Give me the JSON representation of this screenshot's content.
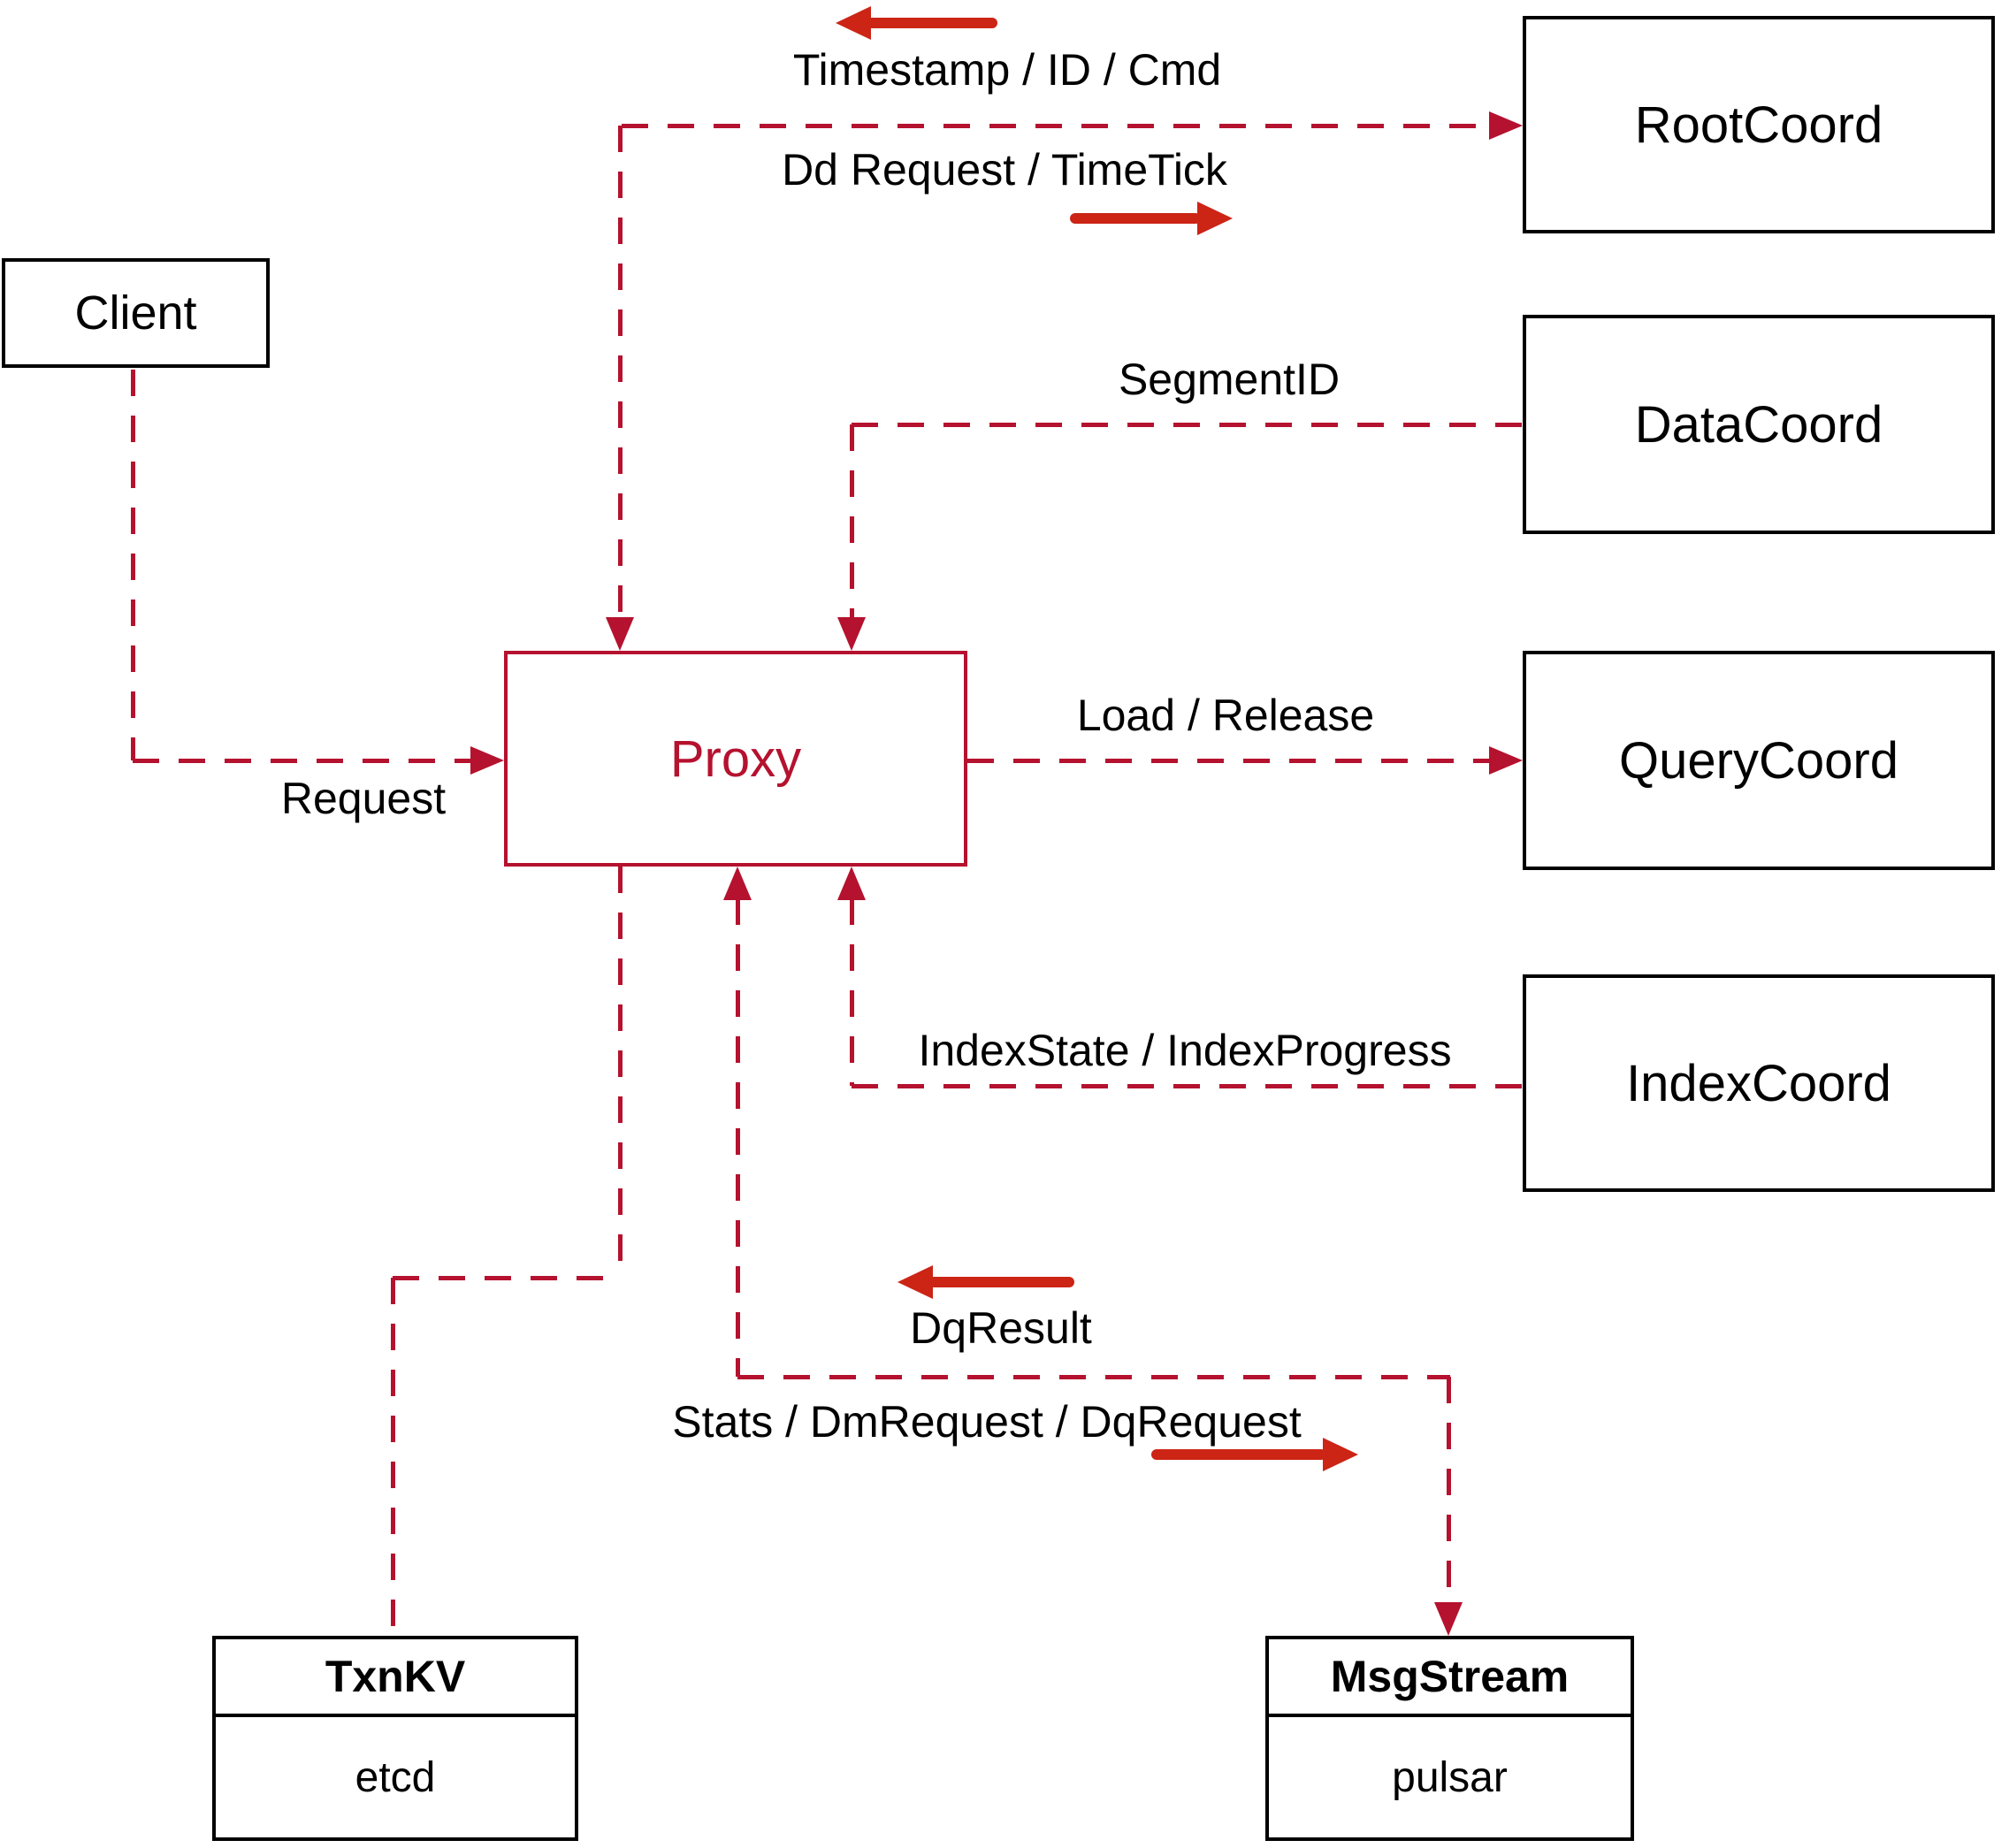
{
  "diagram": {
    "nodes": {
      "client": {
        "label": "Client"
      },
      "proxy": {
        "label": "Proxy"
      },
      "rootcoord": {
        "label": "RootCoord"
      },
      "datacoord": {
        "label": "DataCoord"
      },
      "querycoord": {
        "label": "QueryCoord"
      },
      "indexcoord": {
        "label": "IndexCoord"
      },
      "txnkv": {
        "title": "TxnKV",
        "subtitle": "etcd"
      },
      "msgstream": {
        "title": "MsgStream",
        "subtitle": "pulsar"
      }
    },
    "edge_labels": {
      "timestamp": "Timestamp / ID / Cmd",
      "dd_request": "Dd Request / TimeTick",
      "segment_id": "SegmentID",
      "load_release": "Load / Release",
      "index_state": "IndexState / IndexProgress",
      "dq_result": "DqResult",
      "stats": "Stats / DmRequest / DqRequest",
      "request": "Request"
    },
    "edges": [
      {
        "from": "Client",
        "to": "Proxy",
        "label": "Request",
        "style": "dashed",
        "arrow_into": "Proxy"
      },
      {
        "from": "Proxy",
        "to": "RootCoord",
        "label": "Dd Request / TimeTick",
        "style": "dashed",
        "arrow_into": "RootCoord"
      },
      {
        "from": "RootCoord",
        "to": "Proxy",
        "label": "Timestamp / ID / Cmd",
        "style": "dashed",
        "arrow_into": "Proxy"
      },
      {
        "from": "DataCoord",
        "to": "Proxy",
        "label": "SegmentID",
        "style": "dashed",
        "arrow_into": "Proxy"
      },
      {
        "from": "Proxy",
        "to": "QueryCoord",
        "label": "Load / Release",
        "style": "dashed",
        "arrow_into": "QueryCoord"
      },
      {
        "from": "IndexCoord",
        "to": "Proxy",
        "label": "IndexState / IndexProgress",
        "style": "dashed",
        "arrow_into": "Proxy"
      },
      {
        "from": "Proxy",
        "to": "MsgStream",
        "label": "Stats / DmRequest / DqRequest",
        "style": "dashed",
        "arrow_into": "MsgStream"
      },
      {
        "from": "MsgStream",
        "to": "Proxy",
        "label": "DqResult",
        "style": "dashed",
        "arrow_into": "Proxy"
      },
      {
        "from": "Proxy",
        "to": "TxnKV",
        "label": "",
        "style": "dashed",
        "arrow_into": ""
      }
    ],
    "colors": {
      "line": "#b5122f",
      "arrow": "#cc2415",
      "border": "#000000",
      "text": "#000000",
      "bg": "#ffffff"
    }
  }
}
